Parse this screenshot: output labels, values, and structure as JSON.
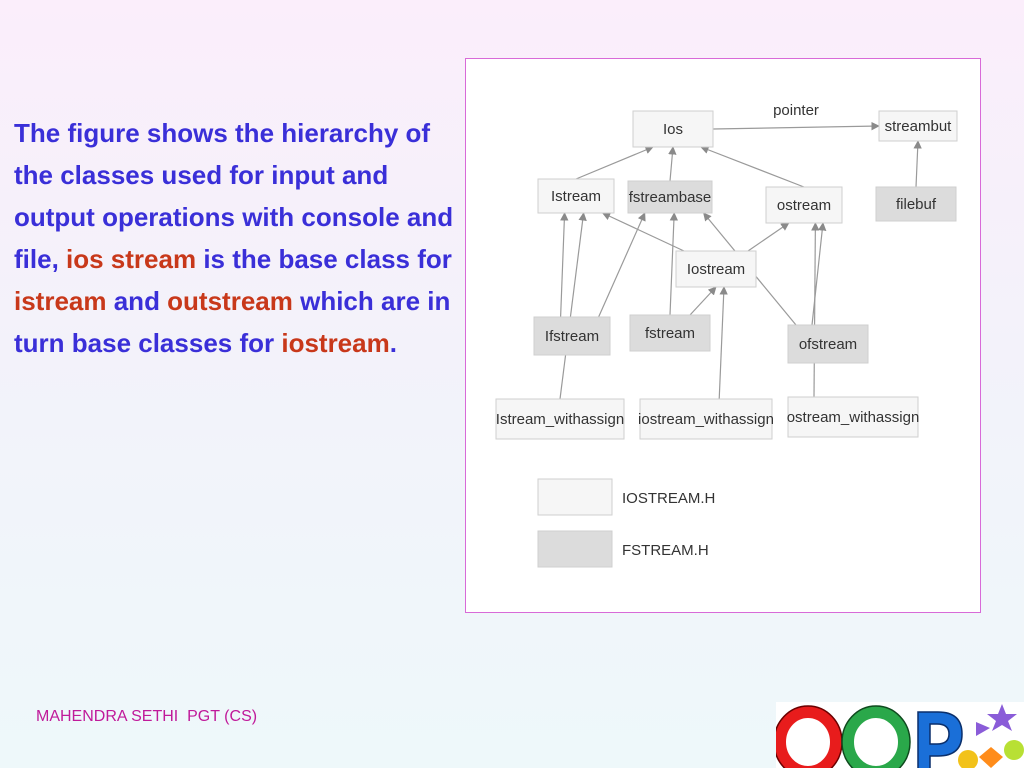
{
  "description": {
    "segments": [
      {
        "text": "The figure shows the hierarchy of the classes used for input and output operations with console and file, ",
        "highlight": false
      },
      {
        "text": "ios stream",
        "highlight": true
      },
      {
        "text": " is the base class for ",
        "highlight": false
      },
      {
        "text": "istream",
        "highlight": true
      },
      {
        "text": " and ",
        "highlight": false
      },
      {
        "text": "outstream",
        "highlight": true
      },
      {
        "text": " which are in turn base classes for ",
        "highlight": false
      },
      {
        "text": "iostream",
        "highlight": true
      },
      {
        "text": ".",
        "highlight": false
      }
    ]
  },
  "diagram": {
    "nodes": [
      {
        "id": "ios",
        "label": "Ios",
        "header": "iostream"
      },
      {
        "id": "streambut",
        "label": "streambut",
        "header": "iostream"
      },
      {
        "id": "istream",
        "label": "Istream",
        "header": "iostream"
      },
      {
        "id": "fstreambase",
        "label": "fstreambase",
        "header": "fstream"
      },
      {
        "id": "ostream",
        "label": "ostream",
        "header": "iostream"
      },
      {
        "id": "filebuf",
        "label": "filebuf",
        "header": "fstream"
      },
      {
        "id": "iostream",
        "label": "Iostream",
        "header": "iostream"
      },
      {
        "id": "ifstream",
        "label": "Ifstream",
        "header": "fstream"
      },
      {
        "id": "fstream",
        "label": "fstream",
        "header": "fstream"
      },
      {
        "id": "ofstream",
        "label": "ofstream",
        "header": "fstream"
      },
      {
        "id": "istream_withassign",
        "label": "Istream_withassign",
        "header": "iostream"
      },
      {
        "id": "iostream_withassign",
        "label": "iostream_withassign",
        "header": "iostream"
      },
      {
        "id": "ostream_withassign",
        "label": "ostream_withassign",
        "header": "iostream"
      }
    ],
    "edges": [
      {
        "from": "ios",
        "to": "streambut",
        "label": "pointer"
      },
      {
        "from": "istream",
        "to": "ios"
      },
      {
        "from": "fstreambase",
        "to": "ios"
      },
      {
        "from": "ostream",
        "to": "ios"
      },
      {
        "from": "filebuf",
        "to": "streambut"
      },
      {
        "from": "iostream",
        "to": "istream"
      },
      {
        "from": "iostream",
        "to": "ostream"
      },
      {
        "from": "ifstream",
        "to": "istream"
      },
      {
        "from": "ifstream",
        "to": "fstreambase"
      },
      {
        "from": "fstream",
        "to": "fstreambase"
      },
      {
        "from": "fstream",
        "to": "iostream"
      },
      {
        "from": "ofstream",
        "to": "fstreambase"
      },
      {
        "from": "ofstream",
        "to": "ostream"
      },
      {
        "from": "istream_withassign",
        "to": "istream"
      },
      {
        "from": "iostream_withassign",
        "to": "iostream"
      },
      {
        "from": "ostream_withassign",
        "to": "ostream"
      }
    ],
    "legend": [
      {
        "key": "iostream",
        "label": "IOSTREAM.H"
      },
      {
        "key": "fstream",
        "label": "FSTREAM.H"
      }
    ]
  },
  "footer": {
    "credit": "MAHENDRA SETHI  PGT (CS)"
  },
  "logo": {
    "letters": [
      "O",
      "O",
      "P"
    ],
    "colors": [
      "#e81c1c",
      "#2aa84a",
      "#1a6fd8",
      "#f2c21a",
      "#8a5cd8",
      "#ff8c1a",
      "#b8e034"
    ]
  }
}
